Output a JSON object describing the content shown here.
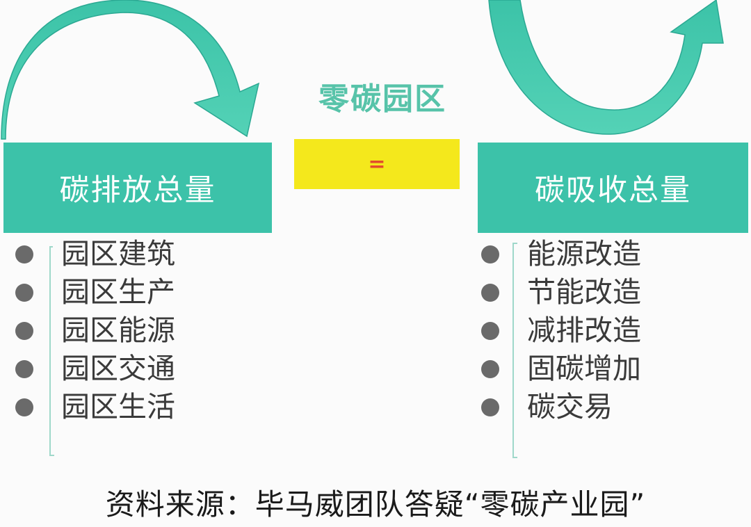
{
  "title": "零碳园区",
  "equals_sign": "=",
  "left": {
    "box_label": "碳排放总量",
    "items": [
      "园区建筑",
      "园区生产",
      "园区能源",
      "园区交通",
      "园区生活"
    ]
  },
  "right": {
    "box_label": "碳吸收总量",
    "items": [
      "能源改造",
      "节能改造",
      "减排改造",
      "固碳增加",
      "碳交易"
    ]
  },
  "source": "资料来源：毕马威团队答疑“零碳产业园”",
  "colors": {
    "teal": "#3cc2a9",
    "title_green": "#57c3a9",
    "yellow": "#f4e81c",
    "equals_red": "#e24d2d",
    "bullet_gray": "#6a6a6a"
  }
}
